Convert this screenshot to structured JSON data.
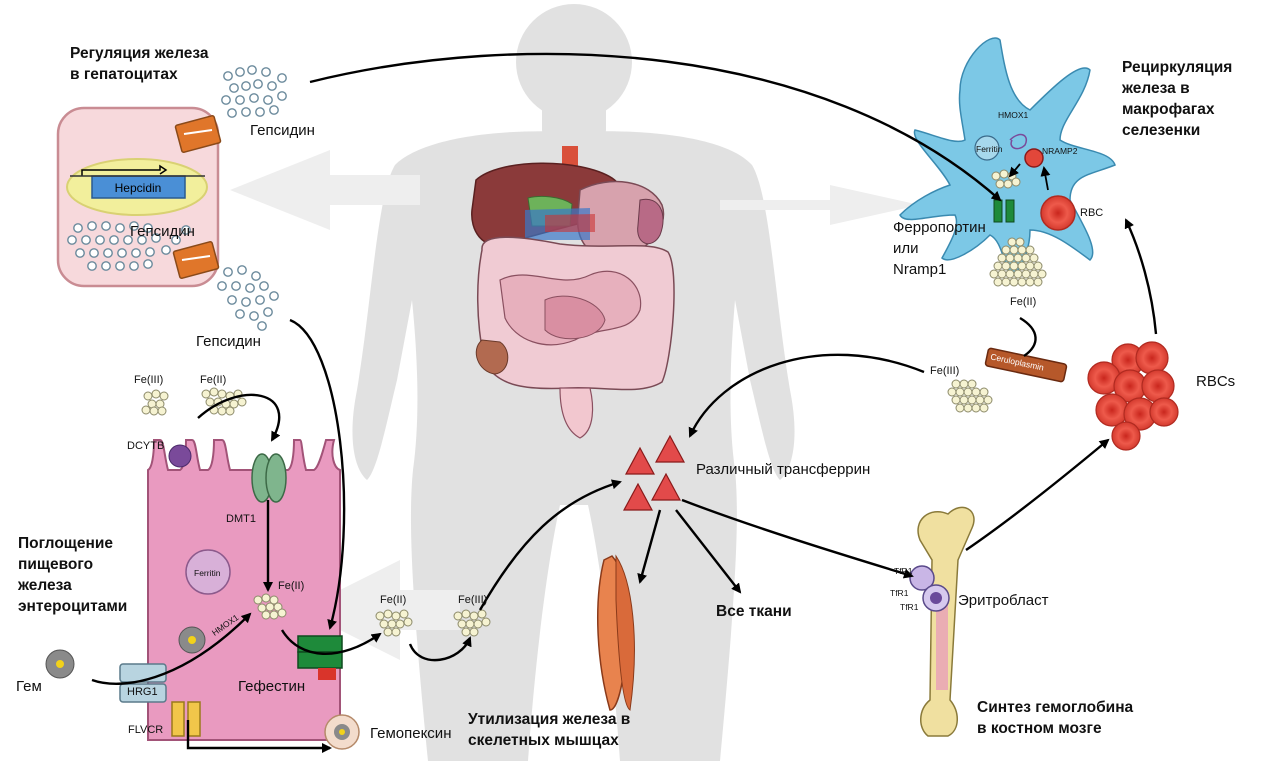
{
  "headings": {
    "hepatocyte": [
      "Регуляция железа",
      "в гепатоцитах"
    ],
    "macrophage": [
      "Рециркуляция",
      "железа в",
      "макрофагах",
      "селезенки"
    ],
    "enterocyte": [
      "Поглощение",
      "пищевого",
      "железа",
      "энтероцитами"
    ],
    "muscle": [
      "Утилизация железа в",
      "скелетных мышцах"
    ],
    "marrow": [
      "Синтез гемоглобина",
      "в костном мозге"
    ],
    "all_tissues": "Все ткани"
  },
  "labels": {
    "hepcidin_top": "Гепсидин",
    "hepcidin_mid": "Гепсидин",
    "hepcidin_bottom": "Гепсидин",
    "hepcidin_gene": "Hepcidin",
    "ferroportin": [
      "Ферропортин",
      "или",
      "Nramp1"
    ],
    "transferrin": "Различный трансферрин",
    "erythroblast": "Эритробласт",
    "rbcs": "RBCs",
    "rbc": "RBC",
    "heme": "Гем",
    "hephaestin": "Гефестин",
    "hemopexin": "Гемопексин",
    "fe3": "Fe(III)",
    "fe2": "Fe(II)",
    "dcytb": "DCYTB",
    "dmt1": "DMT1",
    "hrg1": "HRG1",
    "flvcr": "FLVCR",
    "hmox1": "HMOX1",
    "hmox1_macro": "HMOX1",
    "nramp2": "NRAMP2",
    "ferritin": "Ferritin",
    "ferritin_macro": "Ferritin",
    "ceruloplasmin": "Ceruloplasmin",
    "tfr1": "TfR1"
  },
  "colors": {
    "body_silhouette": "#d9d9d9",
    "hepatocyte_fill": "#f7d9dc",
    "enterocyte_fill": "#e99ac0",
    "macrophage_fill": "#7cc8e6",
    "rbc_fill": "#e2473a",
    "transferrin_fill": "#e24a4a",
    "channel_orange": "#e0762a",
    "muscle_fill": "#e8834e"
  }
}
